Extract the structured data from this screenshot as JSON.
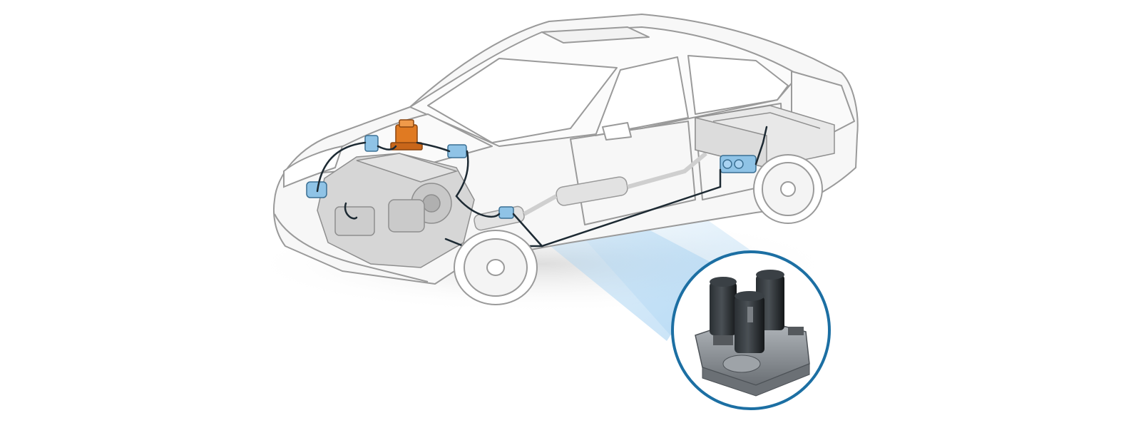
{
  "diagram": {
    "subject": "car-cutaway",
    "components": [
      {
        "name": "engine",
        "color": "#d6d6d6"
      },
      {
        "name": "highlighted-valve",
        "color": "#e07a22"
      },
      {
        "name": "vapor-lines",
        "color": "#1d2a33"
      },
      {
        "name": "blue-sensors",
        "color": "#8fc3e6"
      },
      {
        "name": "canister",
        "color": "#8fc3e6"
      },
      {
        "name": "fuel-tank",
        "color": "#e4e4e4"
      },
      {
        "name": "exhaust-system",
        "color": "#d9d9d9"
      }
    ],
    "callout": {
      "part": "solenoid-valve-assembly",
      "ring_color": "#1c6fa3",
      "beam_color": "#a9d3f2",
      "solenoid_color": "#1f2326",
      "base_color": "#8e9399"
    },
    "colors": {
      "background": "#ffffff",
      "outline": "#9a9a9a",
      "body_fill": "#f7f7f7"
    }
  }
}
